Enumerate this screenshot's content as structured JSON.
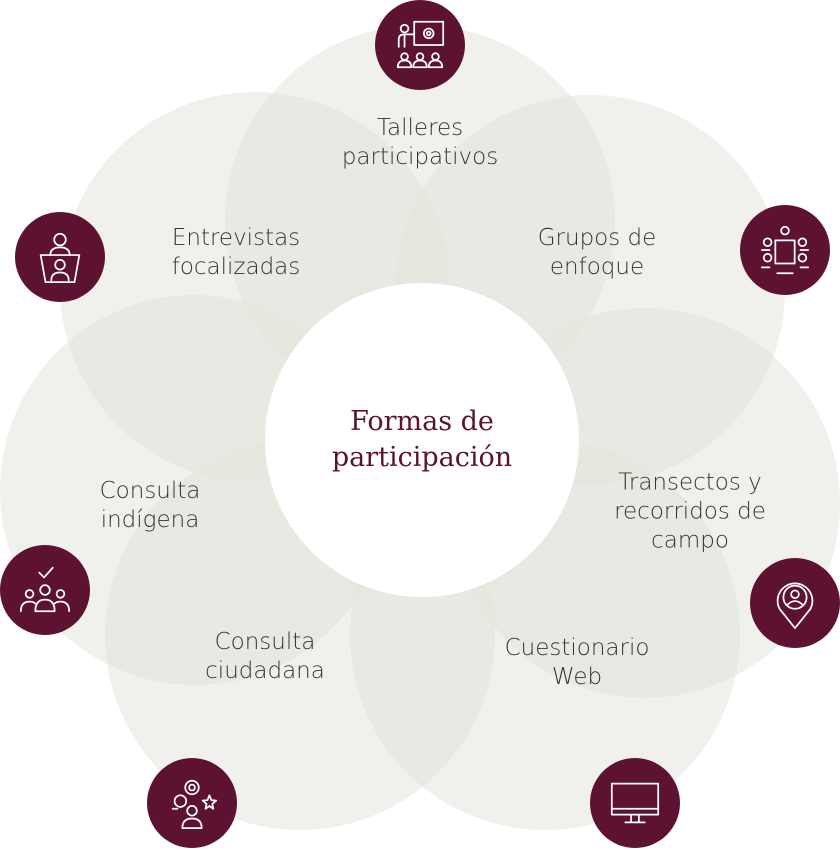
{
  "title": {
    "line1": "Formas de",
    "line2": "participación"
  },
  "colors": {
    "accent": "#5e1232",
    "petal": "#e4e4dc",
    "text": "#333333"
  },
  "items": [
    {
      "line1": "Talleres",
      "line2": "participativos",
      "icon": "workshop-presentation-icon"
    },
    {
      "line1": "Grupos de",
      "line2": "enfoque",
      "icon": "meeting-table-icon"
    },
    {
      "line1": "Transectos y",
      "line2": "recorridos de",
      "line3": "campo",
      "icon": "location-pin-person-icon"
    },
    {
      "line1": "Cuestionario",
      "line2": "Web",
      "icon": "computer-monitor-icon"
    },
    {
      "line1": "Consulta",
      "line2": "ciudadana",
      "icon": "ideas-person-icon"
    },
    {
      "line1": "Consulta",
      "line2": "indígena",
      "icon": "group-check-icon"
    },
    {
      "line1": "Entrevistas",
      "line2": "focalizadas",
      "icon": "interview-icon"
    }
  ]
}
